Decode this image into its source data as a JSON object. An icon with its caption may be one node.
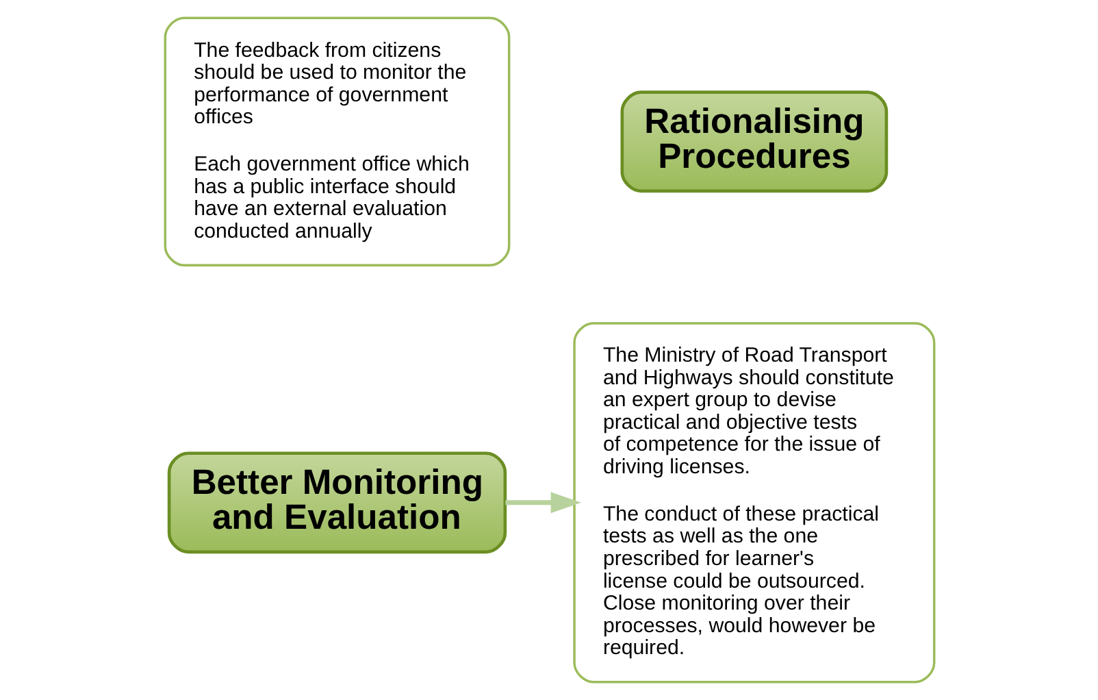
{
  "diagram": {
    "nodes": [
      {
        "text": [
          "The feedback from citizens should be used to monitor the performance of government offices",
          "Each government office which has a public interface should have an external evaluation conducted annually"
        ]
      },
      {
        "text": [
          "Better Monitoring and Evaluation"
        ]
      },
      {
        "text": [
          "Rationalising Procedures"
        ]
      },
      {
        "text": [
          "The Ministry of Road Transport and Highways should constitute an expert group to devise practical and objective tests of competence for the issue of driving licenses.",
          "The conduct of these practical tests as well as the one prescribed for learner's license could be outsourced. Close monitoring over their processes, would however be required."
        ]
      }
    ],
    "edges": [
      {
        "from": 1,
        "to": 3,
        "arrow": "to",
        "color": "#b7d29c"
      }
    ]
  }
}
